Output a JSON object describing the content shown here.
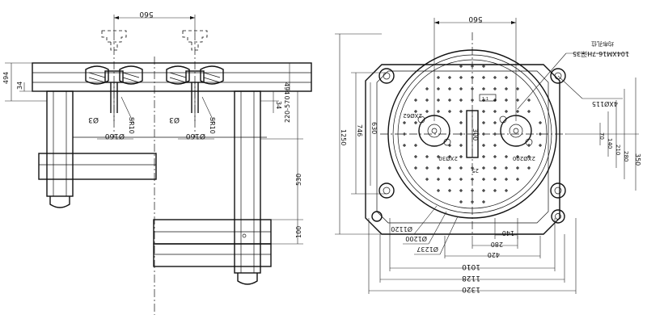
{
  "side_view": {
    "dim_top": "560",
    "dim_left_overall": "494",
    "dim_left_inner": "34",
    "dim_right_494": "494",
    "dim_right_34": "34",
    "dim_stroke_range": "220-570",
    "dim_530": "530",
    "dim_100": "100",
    "left_nozzle": {
      "phi3": "Ø3",
      "sr": "SR10",
      "phi160": "Ø160"
    },
    "right_nozzle": {
      "phi3": "Ø3",
      "sr": "SR10",
      "phi160": "Ø160"
    }
  },
  "plan_view": {
    "dim_top_560": "560",
    "thread_spec": "104XM16-7H深35",
    "thread_note": "均布孔位",
    "hole_4x": "4XØ115",
    "dim_1250": "1250",
    "dim_746": "746",
    "dim_630": "630",
    "phi62": "2XØ62",
    "dim_300": "300",
    "phi30": "2XØ30",
    "phi200": "2XØ200",
    "dim_25": "25",
    "small_note": "1:1",
    "right_70": "70",
    "right_140": "140",
    "right_210": "210",
    "right_280": "280",
    "right_350": "350",
    "bottom_140": "140",
    "bottom_280": "280",
    "bottom_420": "420",
    "bottom_1010": "1010",
    "bottom_1128": "1128",
    "bottom_1320": "1320",
    "phi1120": "Ø1120",
    "phi1200": "Ø1200",
    "phi1237": "Ø1237"
  }
}
